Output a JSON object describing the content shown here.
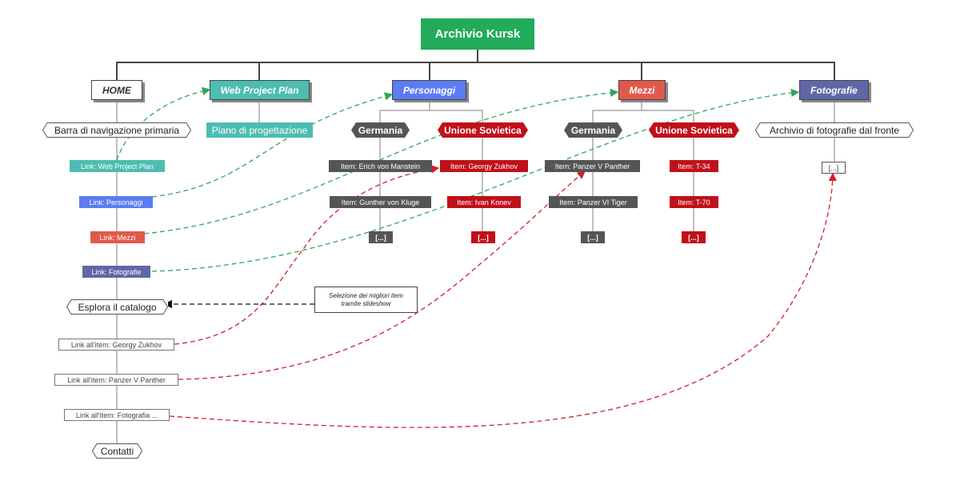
{
  "root": "Archivio Kursk",
  "headers": {
    "home": "HOME",
    "web_project_plan": "Web Project Plan",
    "personaggi": "Personaggi",
    "mezzi": "Mezzi",
    "fotografie": "Fotografie"
  },
  "home_column": {
    "nav_bar": "Barra di navigazione primaria",
    "links": [
      "Link: Web Project Plan",
      "Link: Personaggi",
      "Link: Mezzi",
      "Link: Fotografie"
    ],
    "explore": "Esplora il catalogo",
    "item_links": [
      "Link all'item: Georgy Zukhov",
      "Link all'item: Panzer V Panther",
      "Link all'item: Fotografia ..."
    ],
    "contacts": "Contatti"
  },
  "plan_column": {
    "child": "Piano di progettazione"
  },
  "personaggi_column": {
    "germania": "Germania",
    "germania_items": [
      "Item: Erich von Manstein",
      "Item: Gunther von Kluge",
      "[...]"
    ],
    "urss": "Unione Sovietica",
    "urss_items": [
      "Item: Georgy Zukhov",
      "Item: Ivan Konev",
      "[...]"
    ]
  },
  "mezzi_column": {
    "germania": "Germania",
    "germania_items": [
      "Item: Panzer V Panther",
      "Item: Panzer VI Tiger",
      "[...]"
    ],
    "urss": "Unione Sovietica",
    "urss_items": [
      "Item: T-34",
      "Item: T-70",
      "[...]"
    ]
  },
  "fotografie_column": {
    "archive": "Archivio di fotografie dal fronte",
    "more": "[...]"
  },
  "note": "Selezione dei migliori item tramite slideshow",
  "colors": {
    "root": "#21ab5a",
    "teal": "#4cbdb0",
    "blue": "#5b7cf2",
    "red": "#e05a4c",
    "purple": "#5f67a7",
    "gray": "#555555",
    "dark_red": "#c0101a",
    "green_arrow": "#2ea85a",
    "red_arrow": "#d0202a"
  }
}
